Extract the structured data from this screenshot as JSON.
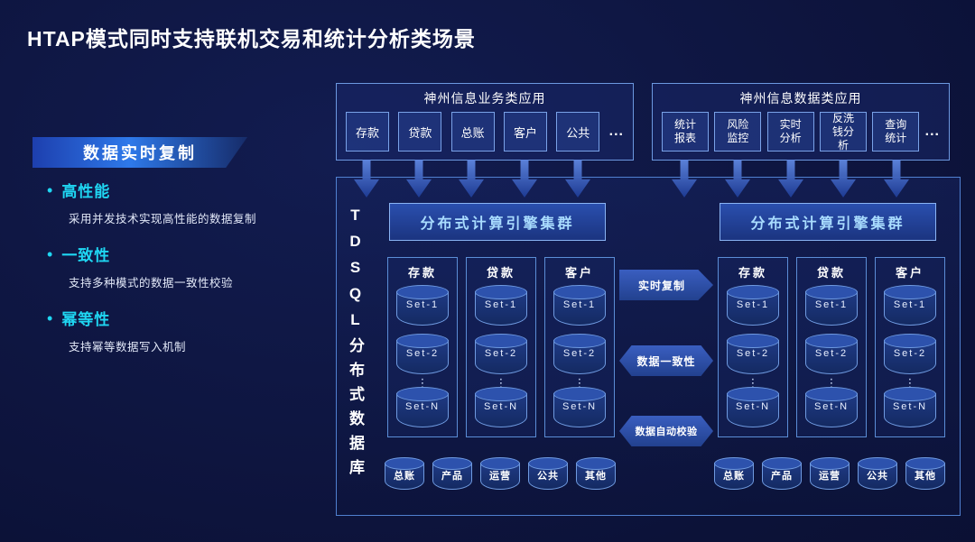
{
  "title": "HTAP模式同时支持联机交易和统计分析类场景",
  "left_panel": {
    "banner": "数据实时复制",
    "bullet": "•",
    "features": [
      {
        "heading": "高性能",
        "desc": "采用并发技术实现高性能的数据复制"
      },
      {
        "heading": "一致性",
        "desc": "支持多种模式的数据一致性校验"
      },
      {
        "heading": "幂等性",
        "desc": "支持幂等数据写入机制"
      }
    ]
  },
  "business_apps": {
    "title": "神州信息业务类应用",
    "items": [
      "存款",
      "贷款",
      "总账",
      "客户",
      "公共"
    ],
    "more": "..."
  },
  "data_apps": {
    "title": "神州信息数据类应用",
    "items": [
      "统计报表",
      "风险监控",
      "实时分析",
      "反洗钱分析",
      "查询统计"
    ],
    "more": "..."
  },
  "platform": {
    "vertical_label": "TDSQL分布式数据库",
    "engine_left": "分布式计算引擎集群",
    "engine_right": "分布式计算引擎集群",
    "links": [
      "实时复制",
      "数据一致性",
      "数据自动校验"
    ],
    "dots": "⋮",
    "left": {
      "groups": [
        {
          "name": "存款",
          "sets": [
            "Set-1",
            "Set-2",
            "Set-N"
          ]
        },
        {
          "name": "贷款",
          "sets": [
            "Set-1",
            "Set-2",
            "Set-N"
          ]
        },
        {
          "name": "客户",
          "sets": [
            "Set-1",
            "Set-2",
            "Set-N"
          ]
        }
      ],
      "bottom": [
        "总账",
        "产品",
        "运营",
        "公共",
        "其他"
      ]
    },
    "right": {
      "groups": [
        {
          "name": "存款",
          "sets": [
            "Set-1",
            "Set-2",
            "Set-N"
          ]
        },
        {
          "name": "贷款",
          "sets": [
            "Set-1",
            "Set-2",
            "Set-N"
          ]
        },
        {
          "name": "客户",
          "sets": [
            "Set-1",
            "Set-2",
            "Set-N"
          ]
        }
      ],
      "bottom": [
        "总账",
        "产品",
        "运营",
        "公共",
        "其他"
      ]
    }
  },
  "colors": {
    "background": "#0c1238",
    "accent_cyan": "#1fd6f2",
    "banner_blue": "#2e79ea",
    "box_border": "#5b8dd6",
    "arrow_blue": "#2b4fa6"
  }
}
